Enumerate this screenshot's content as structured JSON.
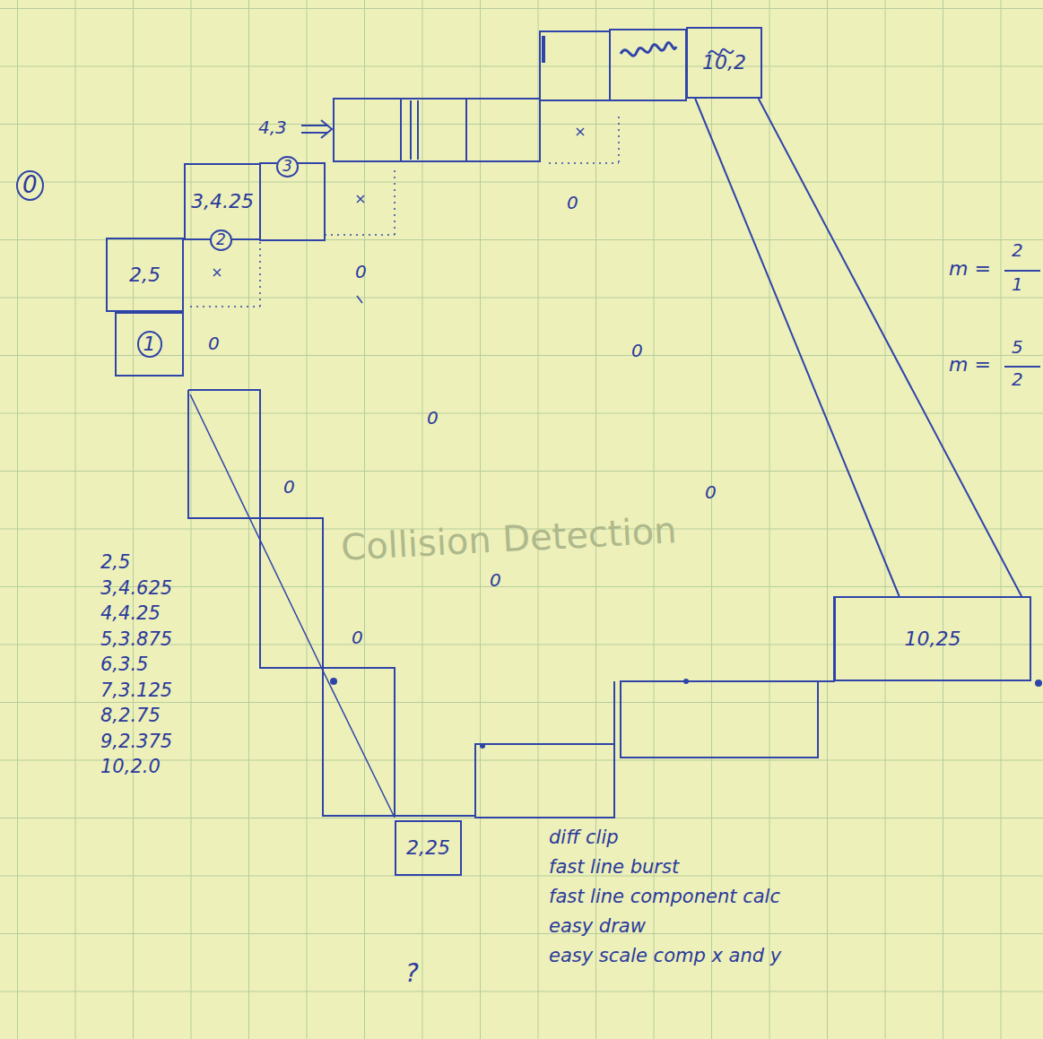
{
  "diagram": {
    "nodes": [
      {
        "text": [
          "2,5"
        ]
      },
      {
        "text": [
          "1"
        ]
      },
      {
        "text": [
          "3,4.25"
        ]
      },
      {
        "text": [
          "10,2"
        ]
      },
      {
        "text": [
          "10,25"
        ]
      },
      {
        "text": [
          "2,25"
        ]
      }
    ],
    "edges": [
      {
        "from": 3,
        "to": 4,
        "arrow": "none"
      },
      {
        "from": 3,
        "to": 4,
        "arrow": "none"
      }
    ],
    "labels": [
      "0",
      "4,3",
      "3",
      "2",
      "0",
      "0",
      "0",
      "0",
      "0",
      "0",
      "0",
      "0",
      "0",
      "2,5",
      "3,4.625",
      "4,4.25",
      "5,3.875",
      "6,3.5",
      "7,3.125",
      "8,2.75",
      "9,2.375",
      "10,2.0",
      "diff clip",
      "fast line burst",
      "fast line component calc",
      "easy draw",
      "easy scale comp x and y",
      "?",
      "m =",
      "2",
      "1",
      "m =",
      "5",
      "2",
      "Collision Detection"
    ]
  }
}
